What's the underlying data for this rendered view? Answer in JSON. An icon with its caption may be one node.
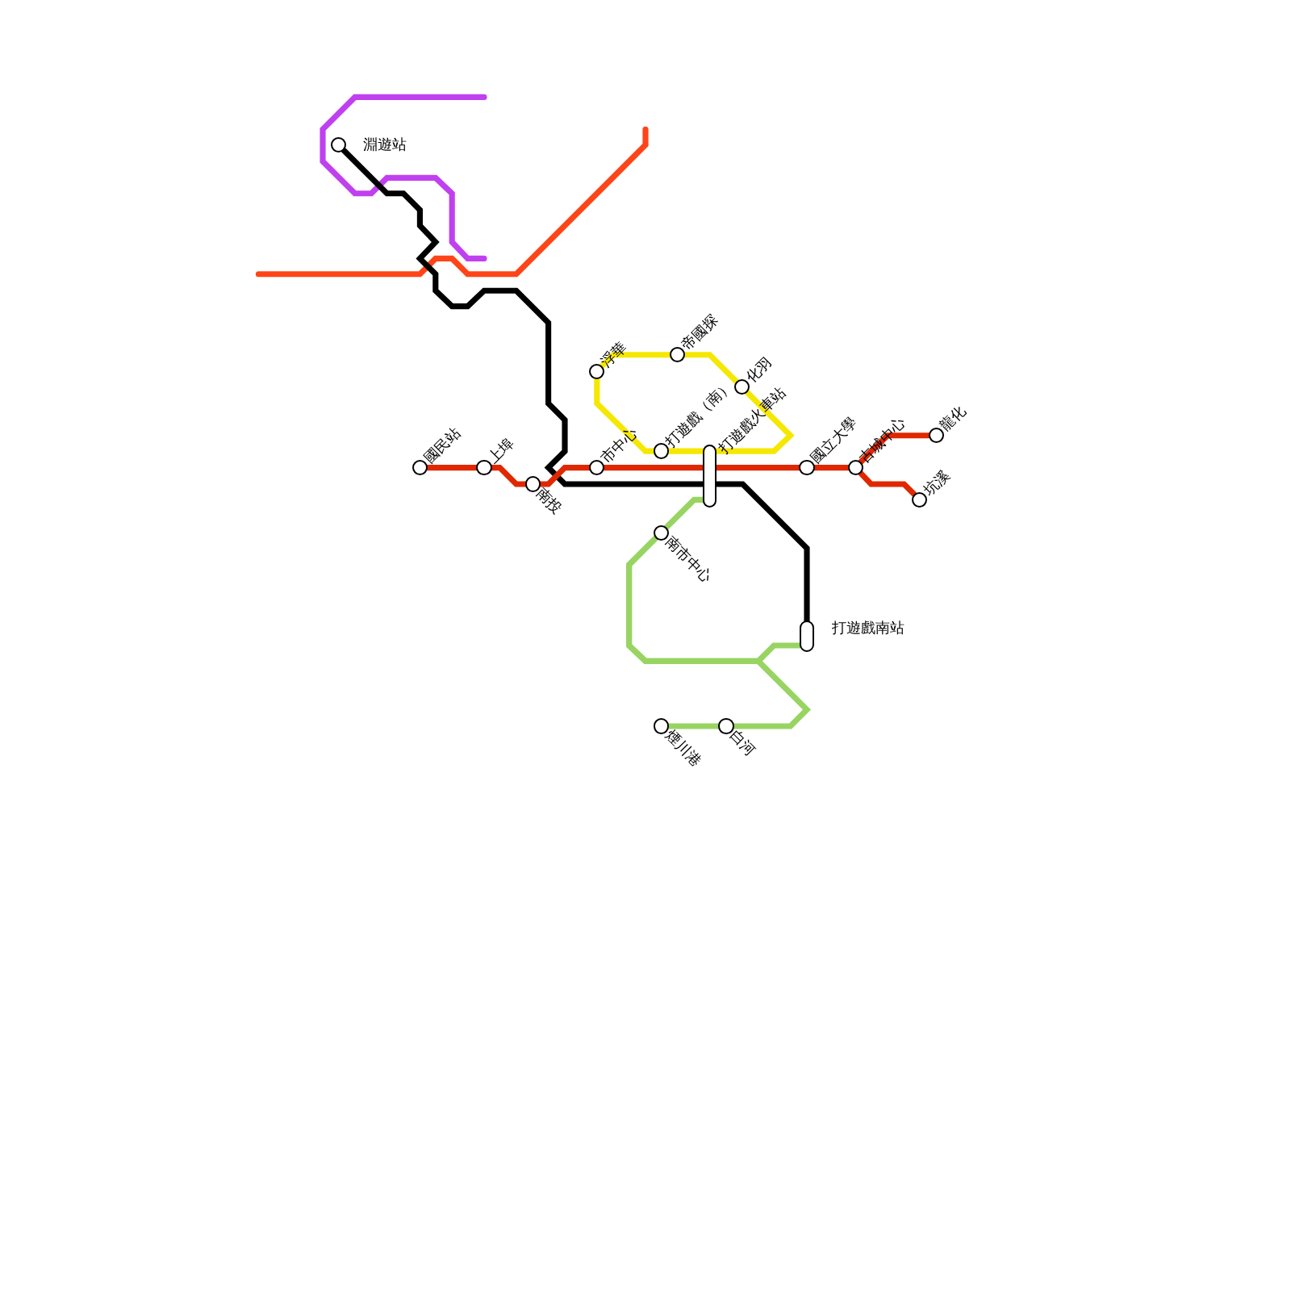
{
  "diagram": {
    "nodes": [
      {
        "text": [
          "淵遊站"
        ]
      },
      {
        "text": [
          "國民站"
        ]
      },
      {
        "text": [
          "上埠"
        ]
      },
      {
        "text": [
          "南投"
        ]
      },
      {
        "text": [
          "浮華"
        ]
      },
      {
        "text": [
          "帝國探"
        ]
      },
      {
        "text": [
          "化羽"
        ]
      },
      {
        "text": [
          "市中心"
        ]
      },
      {
        "text": [
          "打遊戲（南）"
        ]
      },
      {
        "text": [
          "打遊戲火車站"
        ]
      },
      {
        "text": [
          "國立大學"
        ]
      },
      {
        "text": [
          "古城中心"
        ]
      },
      {
        "text": [
          "龍化"
        ]
      },
      {
        "text": [
          "坑溪"
        ]
      },
      {
        "text": [
          "南市中心"
        ]
      },
      {
        "text": [
          "打遊戲南站"
        ]
      },
      {
        "text": [
          "煙川港"
        ]
      },
      {
        "text": [
          "白河"
        ]
      }
    ],
    "edges": [
      {
        "from": 0,
        "to": 9,
        "arrow": "none",
        "color": "#000000"
      },
      {
        "from": 9,
        "to": 15,
        "arrow": "none",
        "color": "#000000"
      },
      {
        "from": 1,
        "to": 2,
        "arrow": "none"
      },
      {
        "from": 2,
        "to": 3,
        "arrow": "none"
      },
      {
        "from": 3,
        "to": 7,
        "arrow": "none"
      },
      {
        "from": 7,
        "to": 9,
        "arrow": "none"
      },
      {
        "from": 9,
        "to": 10,
        "arrow": "none"
      },
      {
        "from": 10,
        "to": 11,
        "arrow": "none"
      },
      {
        "from": 11,
        "to": 12,
        "arrow": "none"
      },
      {
        "from": 11,
        "to": 13,
        "arrow": "none"
      },
      {
        "from": 4,
        "to": 5,
        "arrow": "none",
        "color": "#f5e800"
      },
      {
        "from": 5,
        "to": 6,
        "arrow": "none",
        "color": "#f5e800"
      },
      {
        "from": 6,
        "to": 9,
        "arrow": "none",
        "color": "#f5e800"
      },
      {
        "from": 9,
        "to": 8,
        "arrow": "none",
        "color": "#f5e800"
      },
      {
        "from": 8,
        "to": 4,
        "arrow": "none",
        "color": "#f5e800"
      },
      {
        "from": 9,
        "to": 14,
        "arrow": "none",
        "color": "#98d462"
      },
      {
        "from": 14,
        "to": 15,
        "arrow": "none",
        "color": "#98d462"
      },
      {
        "from": 14,
        "to": 17,
        "arrow": "none",
        "color": "#98d462"
      },
      {
        "from": 17,
        "to": 16,
        "arrow": "none",
        "color": "#98d462"
      }
    ]
  }
}
